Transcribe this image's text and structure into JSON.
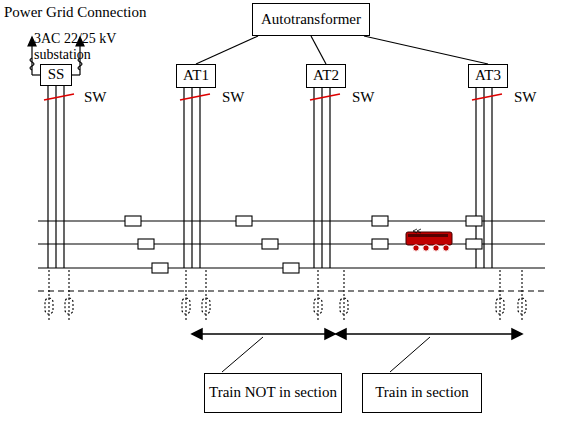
{
  "diagram": {
    "nodes": [
      {
        "text": [
          "Autotransformer"
        ]
      },
      {
        "text": [
          "SS"
        ]
      },
      {
        "text": [
          "AT1"
        ]
      },
      {
        "text": [
          "AT2"
        ]
      },
      {
        "text": [
          "AT3"
        ]
      },
      {
        "text": [
          "Train NOT in section"
        ]
      },
      {
        "text": [
          "Train in section"
        ]
      }
    ],
    "edges": [
      {
        "from": 0,
        "to": 2,
        "arrow": "none"
      },
      {
        "from": 0,
        "to": 3,
        "arrow": "none"
      },
      {
        "from": 0,
        "to": 4,
        "arrow": "none"
      }
    ],
    "labels": [
      "Power Grid Connection",
      "3AC 22/25 kV substation",
      "SW",
      "SW",
      "SW",
      "SW"
    ]
  }
}
